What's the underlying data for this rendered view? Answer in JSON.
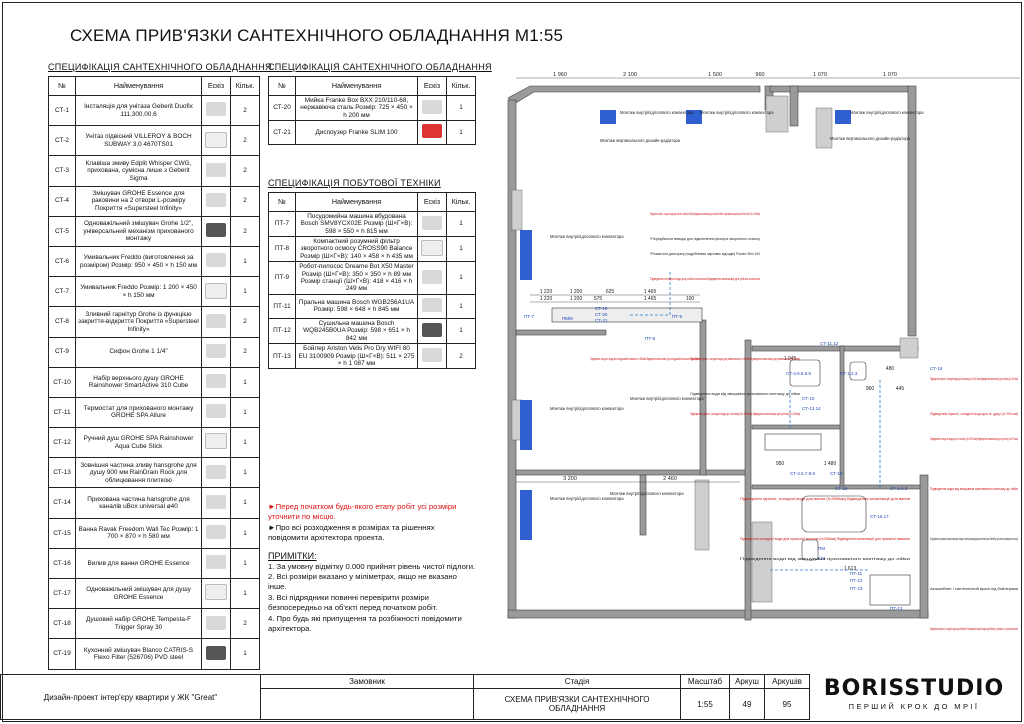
{
  "title": "СХЕМА ПРИВ'ЯЗКИ САНТЕХНІЧНОГО ОБЛАДНАННЯ М1:55",
  "table1": {
    "title": "СПЕЦИФІКАЦІЯ САНТЕХНІЧНОГО ОБЛАДНАННЯ",
    "headers": [
      "№",
      "Найменування",
      "Ескіз",
      "Кільк."
    ],
    "rows": [
      {
        "code": "СТ-1",
        "name": "Інсталяція для унітаза Geberit Duofix 111.300.00.6",
        "qty": "2"
      },
      {
        "code": "СТ-2",
        "name": "Унітаз підвісний VILLEROY & BOCH SUBWAY 3.0 4670TS01",
        "qty": "2"
      },
      {
        "code": "СТ-3",
        "name": "Клавіша змиву Edplit Whisper CWG, прихована, сумісна лише з Geberit Sigma",
        "qty": "2"
      },
      {
        "code": "СТ-4",
        "name": "Змішувач GROHE Essence для раковини на 2 отвори L-розміру Покриття «Supersteel Infinity»",
        "qty": "2"
      },
      {
        "code": "СТ-5",
        "name": "Одноважільний змішувач Grohe 1/2\", універсальний механізм прихованого монтажу",
        "qty": "2"
      },
      {
        "code": "СТ-6",
        "name": "Умивальник Freddo (виготовлення за розміром) Розмір: 950 × 450 × h 150 мм",
        "qty": "1"
      },
      {
        "code": "СТ-7",
        "name": "Умивальник Freddo Розмір: 1 200 × 450 × h 150 мм",
        "qty": "1"
      },
      {
        "code": "СТ-8",
        "name": "Зливний гарнітур Grohe із функцією закриття-відкриття Покриття «Supersteel Infinity»",
        "qty": "2"
      },
      {
        "code": "СТ-9",
        "name": "Сифон Grohe 1 1/4\"",
        "qty": "2"
      },
      {
        "code": "СТ-10",
        "name": "Набір верхнього душу GROHE Rainshower SmartActive 310 Cube",
        "qty": "1"
      },
      {
        "code": "СТ-11",
        "name": "Термостат для прихованого монтажу GROHE SPA Allure",
        "qty": "1"
      },
      {
        "code": "СТ-12",
        "name": "Ручний душ GROHE SPA Rainshower Aqua Cube Stick",
        "qty": "1"
      },
      {
        "code": "СТ-13",
        "name": "Зовнішня частина зливу hansgrohe для душу 900 мм RainDrain Rock для облицювання плиткою",
        "qty": "1"
      },
      {
        "code": "СТ-14",
        "name": "Прихована частина hansgrohe для каналів uBox universal ø40",
        "qty": "1"
      },
      {
        "code": "СТ-15",
        "name": "Ванна Ravak Freedom Wall Tec Розмір: 1 700 × 870 × h 580 мм",
        "qty": "1"
      },
      {
        "code": "СТ-16",
        "name": "Вилив для ванни GROHE Essence",
        "qty": "1"
      },
      {
        "code": "СТ-17",
        "name": "Одноважільний змішувач для душу GROHE Essence",
        "qty": "1"
      },
      {
        "code": "СТ-18",
        "name": "Душовий набір GROHE Tempesta-F Trigger Spray 30",
        "qty": "2"
      },
      {
        "code": "СТ-19",
        "name": "Кухонний змішувач Blanco CATRIS-S Flexo Filter (526706) PVD steel",
        "qty": "1"
      }
    ]
  },
  "table2": {
    "title": "СПЕЦИФІКАЦІЯ САНТЕХНІЧНОГО ОБЛАДНАННЯ",
    "headers": [
      "№",
      "Найменування",
      "Ескіз",
      "Кільк."
    ],
    "rows": [
      {
        "code": "СТ-20",
        "name": "Мийка Franke Box BXX 210/110-68, нержавіюча сталь Розмір: 725 × 450 × h 200 мм",
        "qty": "1"
      },
      {
        "code": "СТ-21",
        "name": "Диспоузер Franke SLIM 100",
        "qty": "1"
      }
    ]
  },
  "table3": {
    "title": "СПЕЦИФІКАЦІЯ ПОБУТОВОЇ ТЕХНІКИ",
    "headers": [
      "№",
      "Найменування",
      "Ескіз",
      "Кільк."
    ],
    "rows": [
      {
        "code": "ПТ-7",
        "name": "Посудомийна машина вбудована Bosch SMV8YCX02E Розмір (Ш×Г×В): 598 × 550 × h 815 мм",
        "qty": "1"
      },
      {
        "code": "ПТ-8",
        "name": "Компактний розумний фільтр зворотного осмосу CROSS90 Balance Розмір (Ш×Г×В): 140 × 458 × h 435 мм",
        "qty": "1"
      },
      {
        "code": "ПТ-9",
        "name": "Робот-пилосос Dreame Bot X50 Master Розмір (Ш×Г×В): 350 × 350 × h 89 мм Розмір станції (Ш×Г×В): 418 × 416 × h 249 мм",
        "qty": "1"
      },
      {
        "code": "ПТ-11",
        "name": "Пральна машина Bosch WGB256A1UA Розмір: 598 × 648 × h 845 мм",
        "qty": "1"
      },
      {
        "code": "ПТ-12",
        "name": "Сушильна машина Bosch WQB245B0UA Розмір: 598 × 651 × h 842 мм",
        "qty": "1"
      },
      {
        "code": "ПТ-13",
        "name": "Бойлер Ariston Velis Pro Dry WIFI 80 EU 3100909 Розмір (Ш×Г×В): 511 × 275 × h 1 087 мм",
        "qty": "2"
      }
    ]
  },
  "notes": {
    "warn1": "►Перед початком будь-якого етапу робіт усі розміри уточнити по місцю.",
    "warn2": "►Про всі розходження в розмірах та рішеннях повідомити архітектора проекта.",
    "prim_title": "ПРИМІТКИ:",
    "items": [
      "1. За умовну відмітку 0.000 прийнят рівень чистої підлоги.",
      "2. Всі розміри вказано у міліметрах, якщо не вказано інше.",
      "3. Всі підрядники повинні перевірити розміри безпосередньо на об'єкті перед початком робіт.",
      "4. Про будь які припущення та розбіжності повідомити архітектора."
    ]
  },
  "stamp": {
    "project": "Дизайн-проект інтер'єру квартири у ЖК \"Great\"",
    "customer_label": "Замовник",
    "stage_label": "Стадія",
    "sheet_name": "СХЕМА ПРИВ'ЯЗКИ САНТЕХНІЧНОГО ОБЛАДНАННЯ",
    "scale_label": "Масштаб",
    "scale": "1:55",
    "sheet_label": "Аркуш",
    "sheet": "49",
    "sheets_label": "Аркушів",
    "sheets": "95"
  },
  "logo": {
    "name": "BORISSTUDIO",
    "slogan": "ПЕРШИЙ КРОК ДО МРІЇ"
  },
  "plan": {
    "dims_top": [
      "1 960",
      "2 100",
      "1 500",
      "960",
      "1 070",
      "1 070"
    ],
    "dims_mid": [
      "1 220",
      "1 200",
      "625",
      "1 465",
      "1 220",
      "1 200",
      "575",
      "1 465",
      "100"
    ],
    "dims_bottom": [
      "3 200",
      "2 460"
    ],
    "dims_right": [
      "1 613",
      "950",
      "1 480",
      "1 045",
      "480",
      "960",
      "445"
    ],
    "radiator_labels": [
      "Монтаж внутріпідлогового конвектора",
      "Монтаж внутріпідлогового конвектора",
      "Монтаж внутріпідлогового конвектора",
      "Монтаж вертикального дизайн-радіатора",
      "Монтаж вертикального дизайн-радіатора",
      "Монтаж внутріпідлогового конвектора",
      "Монтаж внутріпідлогового конвектора",
      "Монтаж внутріпідлогового конвектора",
      "Монтаж внутріпідлогового конвектора",
      "Монтаж внутріпідлогового конвектора"
    ],
    "tags": [
      "ПТ-7",
      "ПММ",
      "СТ-19",
      "СТ-20",
      "СТ-21",
      "ПТ-9",
      "ПТ-8",
      "СТ-11.12",
      "СТ-4.5.6.8.9",
      "СТ-1.2.3",
      "СТ-10",
      "СТ-13.14",
      "СТ-18",
      "СТ-4.5.7.8.9",
      "СТ-16",
      "СТ-15",
      "СТ-16.17",
      "СТ-1.2.3",
      "ПТ-11",
      "ПТ-12",
      "ПТ-13",
      "ПТ-13",
      "ПМ",
      "СМ"
    ],
    "right_notes": [
      "Підведення гарячої, холодної води для інсталяції (h=1000 мм) Відведення каналізації для унітазу (h=220 мм)",
      "Підведення гарячої, холодної води для гіг. душу (h=700 мм)",
      "Підведення холодної води для інсталяції (h=1000 мм) Відведення каналізації для унітазу (h=220 мм)",
      "Підведення води від змішувача прихованого монтажу до лійки",
      "Передбачити розміщення крану перекриття води з електроприводом для системи Ajax WaterStop (уточнити розміщення на місці)",
      "Акаскабінет і сантехнічний вузол під бойлерами",
      "Підведення гарячої, холодної води для бойлерів *Розміщення гарячої води від бойлеру у санвузлі, та кухню-вітальню"
    ],
    "kitchen_notes": [
      "Підведення гарячої, холодної води для кухонної мийки (h=550мм) Відведення каналізації для кухонної мийки з урахуванням диспоузера Franke Slim 100 (h=350мм)",
      "*Передбачити виводи для підключення фільтра зворотного осмосу",
      "*Розмістити диспоузер (подрібнювач харчових відходів) Franke Slim 100",
      "Підведення холодної води для робота-пилососа Відведення каналізації для робота-пилососа",
      "Підведення холодної води для посудомийної машини (h=550мм) Відведення каналізації для посудомийної машини (h=150мм)",
      "Підведення гарячої, холодної води для умивальника (h=550мм) Відведення каналізації для умивальника (h=150мм)",
      "Підведення води від змішувача прихованого монтажу до лійки",
      "Підведення гарячої, холодної води до інсталяції (h=1000мм) Відведення каналізації для унітазу (h=220мм)",
      "Підведення гарячої, холодної води для ванни (h=550мм) Відведення каналізації для ванни",
      "Підведення холодної води для пральної машини (h=550мм) Відведення каналізації для пральної машини",
      "Підведення води від змішувача прихованого монтажу до лійки"
    ]
  }
}
